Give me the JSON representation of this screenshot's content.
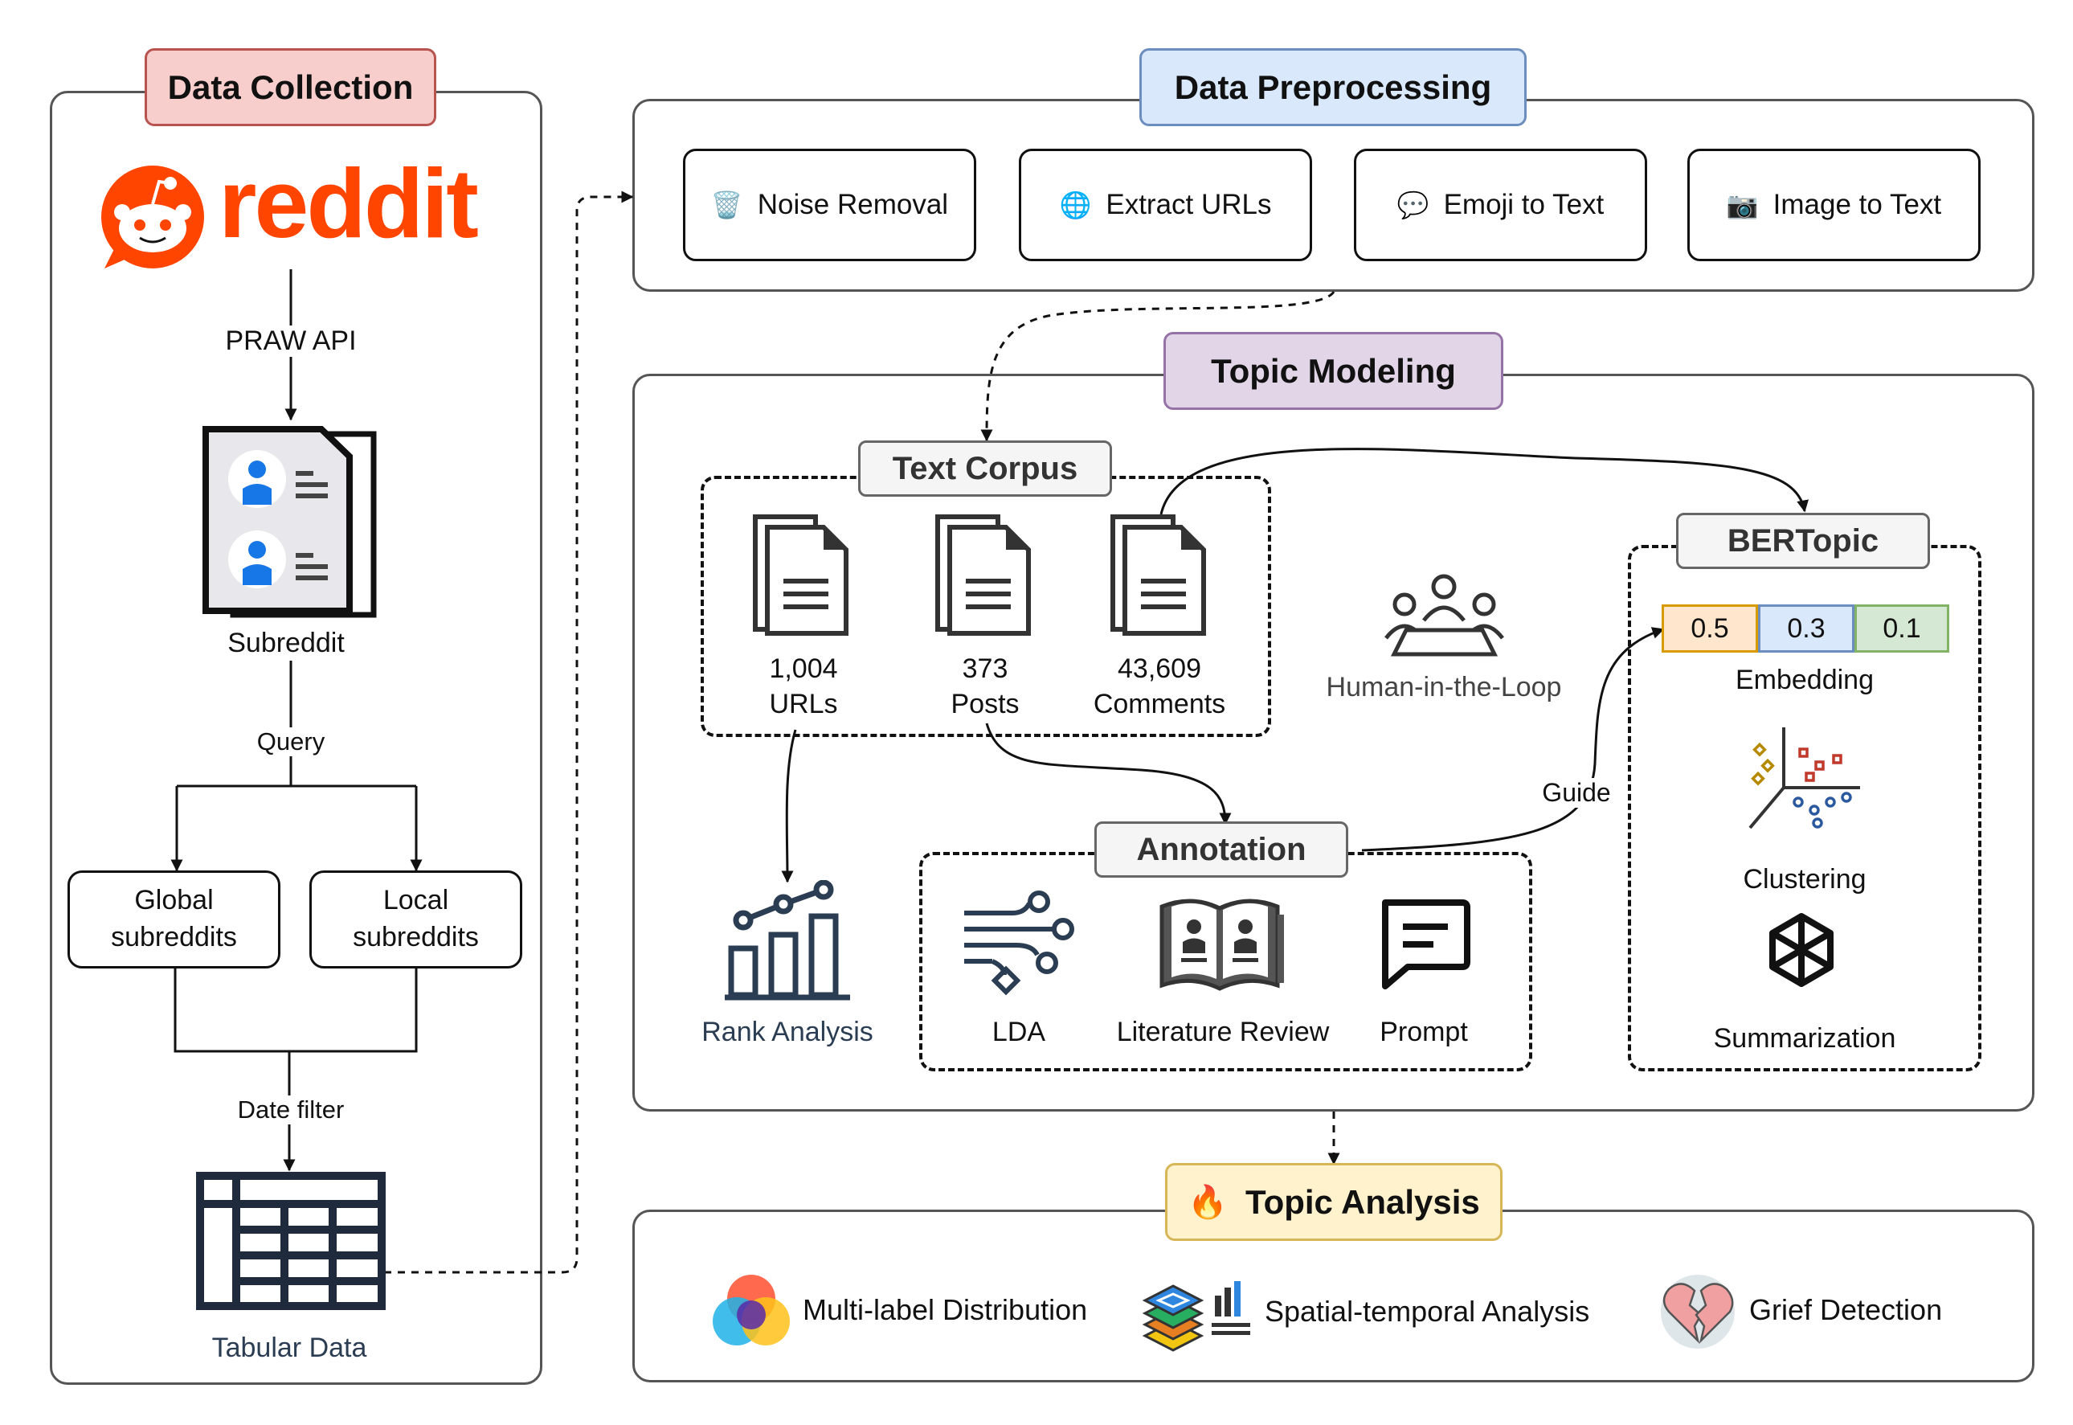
{
  "data_collection": {
    "header": "Data Collection",
    "logo_text": "reddit",
    "edge_praw": "PRAW API",
    "subreddit_label": "Subreddit",
    "edge_query": "Query",
    "global_label": "Global\nsubreddits",
    "local_label": "Local\nsubreddits",
    "edge_date": "Date filter",
    "tabular_label": "Tabular Data"
  },
  "preprocessing": {
    "header": "Data Preprocessing",
    "steps": [
      {
        "label": "Noise Removal",
        "icon": "wastebasket-icon"
      },
      {
        "label": "Extract URLs",
        "icon": "globe-icon"
      },
      {
        "label": "Emoji to Text",
        "icon": "speech-bubble-icon"
      },
      {
        "label": "Image to Text",
        "icon": "camera-icon"
      }
    ]
  },
  "topic_modeling": {
    "header": "Topic Modeling",
    "corpus": {
      "tag": "Text Corpus",
      "items": [
        "1,004\nURLs",
        "373\nPosts",
        "43,609\nComments"
      ]
    },
    "human_loop": "Human-in-the-Loop",
    "rank_analysis": "Rank Analysis",
    "annotation": {
      "tag": "Annotation",
      "items": [
        "LDA",
        "Literature Review",
        "Prompt"
      ]
    },
    "edge_guide": "Guide",
    "bertopic": {
      "tag": "BERTopic",
      "embedding_values": [
        "0.5",
        "0.3",
        "0.1"
      ],
      "embedding_label": "Embedding",
      "clustering_label": "Clustering",
      "summarization_label": "Summarization"
    }
  },
  "topic_analysis": {
    "header": "Topic Analysis",
    "items": [
      "Multi-label Distribution",
      "Spatial-temporal Analysis",
      "Grief Detection"
    ]
  },
  "colors": {
    "reddit": "#ff4500",
    "person": "#1877e6",
    "emb1_bg": "#ffe6cc",
    "emb1_border": "#d79b00",
    "emb2_bg": "#dae8fc",
    "emb2_border": "#6c8ebf",
    "emb3_bg": "#d5e8d4",
    "emb3_border": "#82b366"
  }
}
